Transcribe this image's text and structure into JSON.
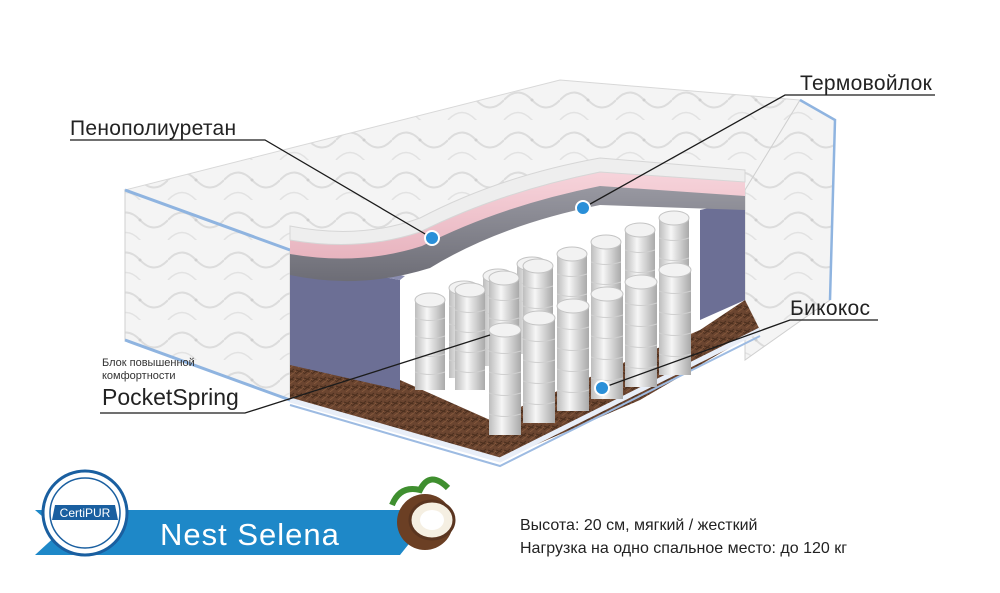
{
  "callouts": {
    "foam": "Пенополиуретан",
    "felt": "Термовойлок",
    "coir": "Бикокос",
    "block_line1": "Блок повышенной",
    "block_line2": "комфортности",
    "springs": "PocketSpring"
  },
  "banner": {
    "product_name": "Nest Selena",
    "badge_label": "CertiPUR"
  },
  "specs": {
    "line1": "Высота: 20 см, мягкий / жесткий",
    "line2": "Нагрузка на одно спальное место: до 120 кг"
  },
  "colors": {
    "accent_blue": "#1e88c8",
    "marker_blue": "#2a8fd8",
    "foam_pink": "#f1c6cf",
    "side_block": "#6c6f95",
    "coir_brown": "#5a3a26"
  }
}
